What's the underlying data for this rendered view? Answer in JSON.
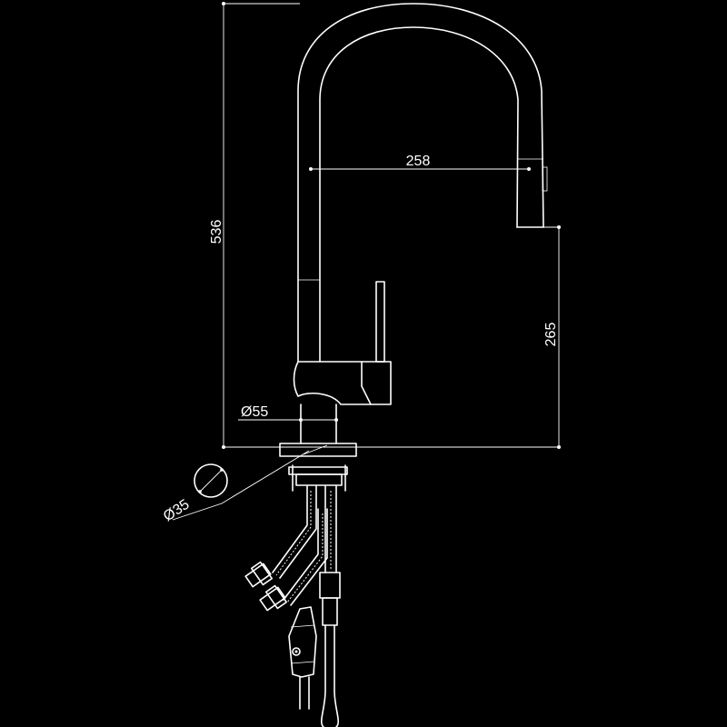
{
  "dimensions": {
    "overall_height": "536",
    "spout_reach": "258",
    "spout_height": "265",
    "base_diameter": "Ø55",
    "hole_diameter": "Ø35"
  },
  "colors": {
    "background": "#000000",
    "lines": "#ffffff"
  }
}
